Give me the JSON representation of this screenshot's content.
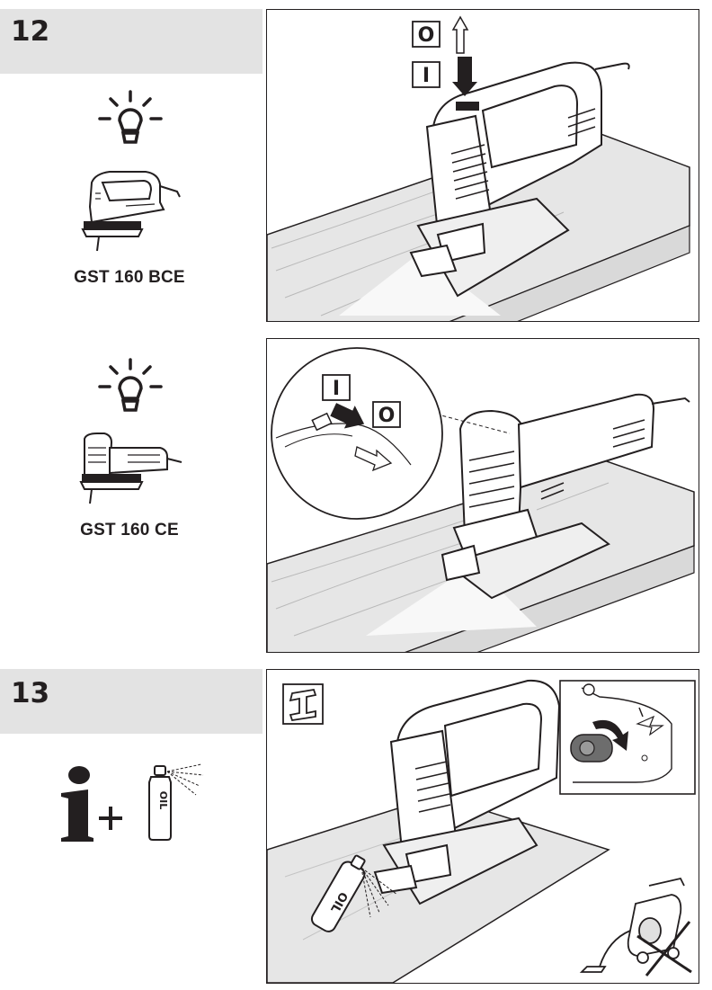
{
  "steps": [
    {
      "number": "12"
    },
    {
      "number": "13"
    }
  ],
  "models": [
    {
      "label": "GST 160 BCE"
    },
    {
      "label": "GST 160 CE"
    }
  ],
  "switch_symbols": {
    "off": "O",
    "on": "I"
  },
  "oil_can_text": "OIL",
  "colors": {
    "header_bg": "#e3e3e3",
    "line": "#231f20",
    "wood": "#e6e6e6",
    "light_beam": "#f4f4f4"
  },
  "icons": [
    "light-bulb-icon",
    "jigsaw-icon",
    "info-icon",
    "oil-spray-icon",
    "steel-beam-icon",
    "vacuum-cleaner-icon",
    "crossed-out-icon"
  ]
}
